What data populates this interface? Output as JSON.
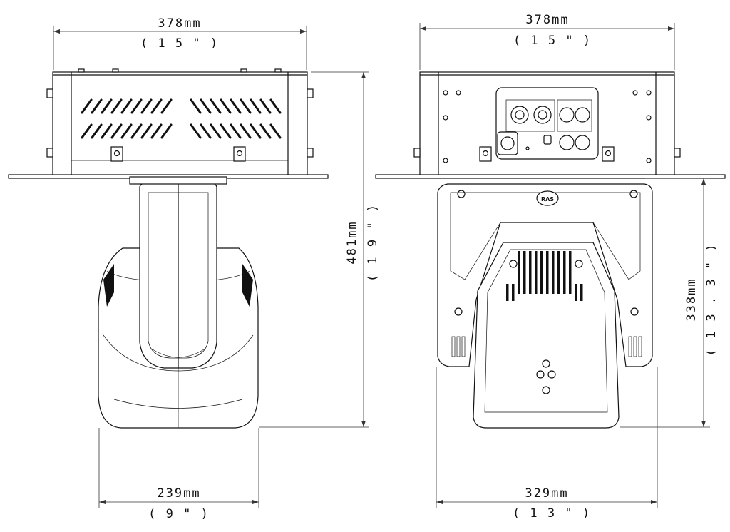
{
  "dimensions": {
    "left_top_width_mm": "378mm",
    "left_top_width_in": "( 1 5 \" )",
    "right_top_width_mm": "378mm",
    "right_top_width_in": "( 1 5 \" )",
    "overall_height_mm": "481mm",
    "overall_height_in": "( 1 9 \" )",
    "head_height_mm": "338mm",
    "head_height_in": "( 1 3 . 3 \" )",
    "left_bottom_width_mm": "239mm",
    "left_bottom_width_in": "( 9 \" )",
    "right_bottom_width_mm": "329mm",
    "right_bottom_width_in": "( 1 3 \" )"
  },
  "logo_text": "RAS"
}
